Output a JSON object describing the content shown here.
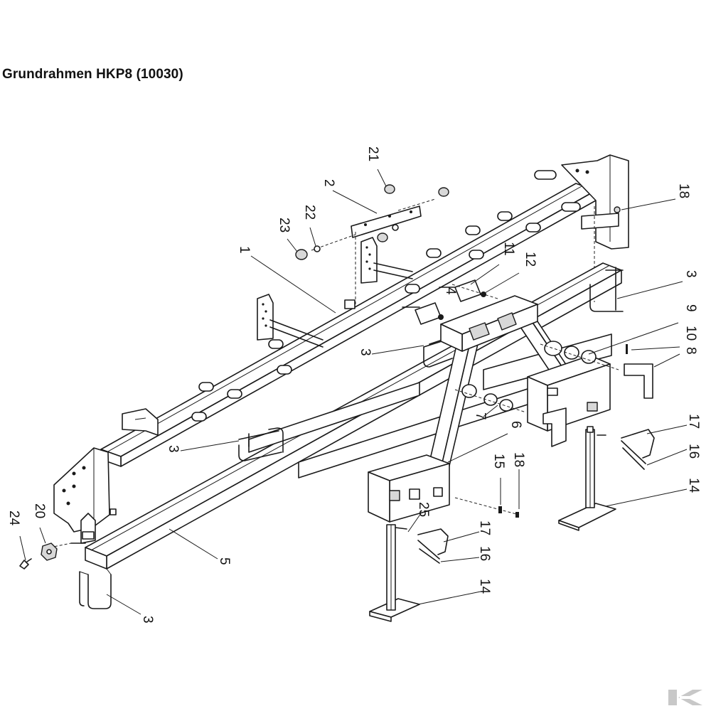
{
  "title": "Grundrahmen HKP8 (10030)",
  "callouts": [
    {
      "id": "c21",
      "text": "21"
    },
    {
      "id": "c2",
      "text": "2"
    },
    {
      "id": "c22",
      "text": "22"
    },
    {
      "id": "c23",
      "text": "23"
    },
    {
      "id": "c1",
      "text": "1"
    },
    {
      "id": "c11",
      "text": "11"
    },
    {
      "id": "c12",
      "text": "12"
    },
    {
      "id": "c4",
      "text": "4"
    },
    {
      "id": "c18a",
      "text": "18"
    },
    {
      "id": "c3a",
      "text": "3"
    },
    {
      "id": "c9",
      "text": "9"
    },
    {
      "id": "c10",
      "text": "10"
    },
    {
      "id": "c8",
      "text": "8"
    },
    {
      "id": "c3b",
      "text": "3"
    },
    {
      "id": "c7",
      "text": "7"
    },
    {
      "id": "c6",
      "text": "6"
    },
    {
      "id": "c3c",
      "text": "3"
    },
    {
      "id": "c17a",
      "text": "17"
    },
    {
      "id": "c16a",
      "text": "16"
    },
    {
      "id": "c14a",
      "text": "14"
    },
    {
      "id": "c15",
      "text": "15"
    },
    {
      "id": "c18b",
      "text": "18"
    },
    {
      "id": "c25",
      "text": "25"
    },
    {
      "id": "c17b",
      "text": "17"
    },
    {
      "id": "c16b",
      "text": "16"
    },
    {
      "id": "c14b",
      "text": "14"
    },
    {
      "id": "c5",
      "text": "5"
    },
    {
      "id": "c20",
      "text": "20"
    },
    {
      "id": "c24",
      "text": "24"
    },
    {
      "id": "c3d",
      "text": "3"
    }
  ],
  "colors": {
    "line": "#1a1a1a",
    "logo": "#c8c8c8"
  },
  "icons": {
    "logo": "k-logo-icon"
  }
}
